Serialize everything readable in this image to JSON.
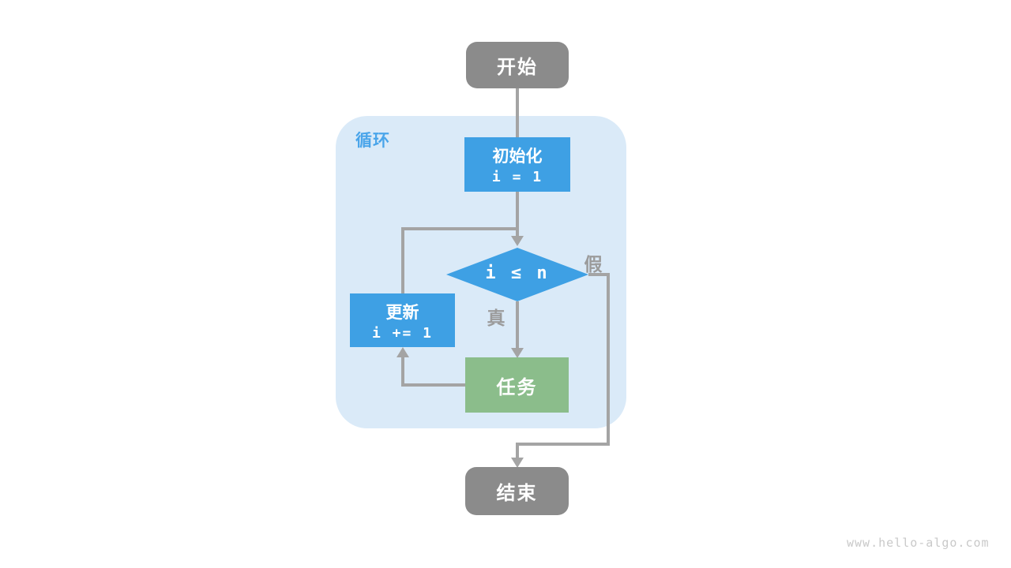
{
  "diagram": {
    "container_label": "循环",
    "nodes": {
      "start": {
        "label": "开始"
      },
      "init": {
        "label": "初始化",
        "code": "i = 1"
      },
      "condition": {
        "code": "i ≤ n"
      },
      "update": {
        "label": "更新",
        "code": "i += 1"
      },
      "task": {
        "label": "任务"
      },
      "end": {
        "label": "结束"
      }
    },
    "branch_labels": {
      "true_branch": "真",
      "false_branch": "假"
    },
    "colors": {
      "node_gray": "#8b8b8b",
      "process_blue": "#3ea0e4",
      "task_green": "#8bbd8b",
      "container_bg": "#daeaf8",
      "container_label": "#4aa5ea",
      "connector_gray": "#a4a4a4",
      "branch_label": "#9b9b9b",
      "watermark": "#c9c9c9",
      "text_white": "#ffffff"
    }
  },
  "watermark": "www.hello-algo.com"
}
